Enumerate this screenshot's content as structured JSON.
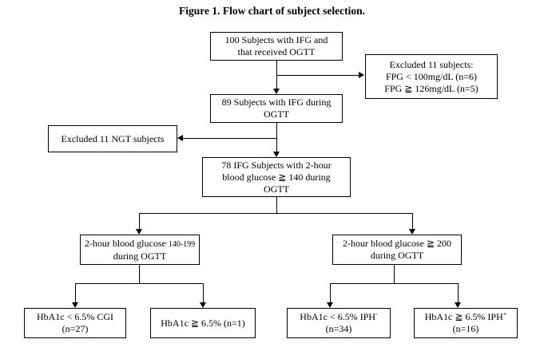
{
  "title": "Figure 1. Flow chart of subject selection.",
  "boxes": {
    "start": {
      "line1": "100 Subjects with IFG and",
      "line2": "that received OGTT"
    },
    "excluded_fpg": {
      "line1": "Excluded 11 subjects:",
      "line2": "FPG < 100mg/dL (n=6)",
      "line3": "FPG ≧ 126mg/dL (n=5)"
    },
    "ifg_89": {
      "line1": "89 Subjects with IFG during",
      "line2": "OGTT"
    },
    "excluded_ngt": {
      "line1": "Excluded 11 NGT subjects"
    },
    "ifg_78": {
      "line1": "78 IFG Subjects with 2-hour",
      "line2": "blood  glucose ≧ 140 during",
      "line3": "OGTT"
    },
    "branch_140_199": {
      "line1_prefix": "2-hour blood  glucose ",
      "line1_range": "140-199",
      "line2": "during OGTT"
    },
    "branch_200": {
      "line1": "2-hour blood  glucose ≧ 200",
      "line2": "during OGTT"
    },
    "cgi": {
      "line1": "HbA1c <  6.5% CGI",
      "line2": "(n=27)"
    },
    "hba1c_high_1": {
      "line1": "HbA1c ≧  6.5% (n=1)"
    },
    "iph_neg": {
      "line1_prefix": "HbA1c <  6.5% IPH",
      "line1_sup": "-",
      "line2": "(n=34)"
    },
    "iph_pos": {
      "line1_prefix": "HbA1c ≧  6.5% IPH",
      "line1_sup": "+",
      "line2": "(n=16)"
    }
  }
}
